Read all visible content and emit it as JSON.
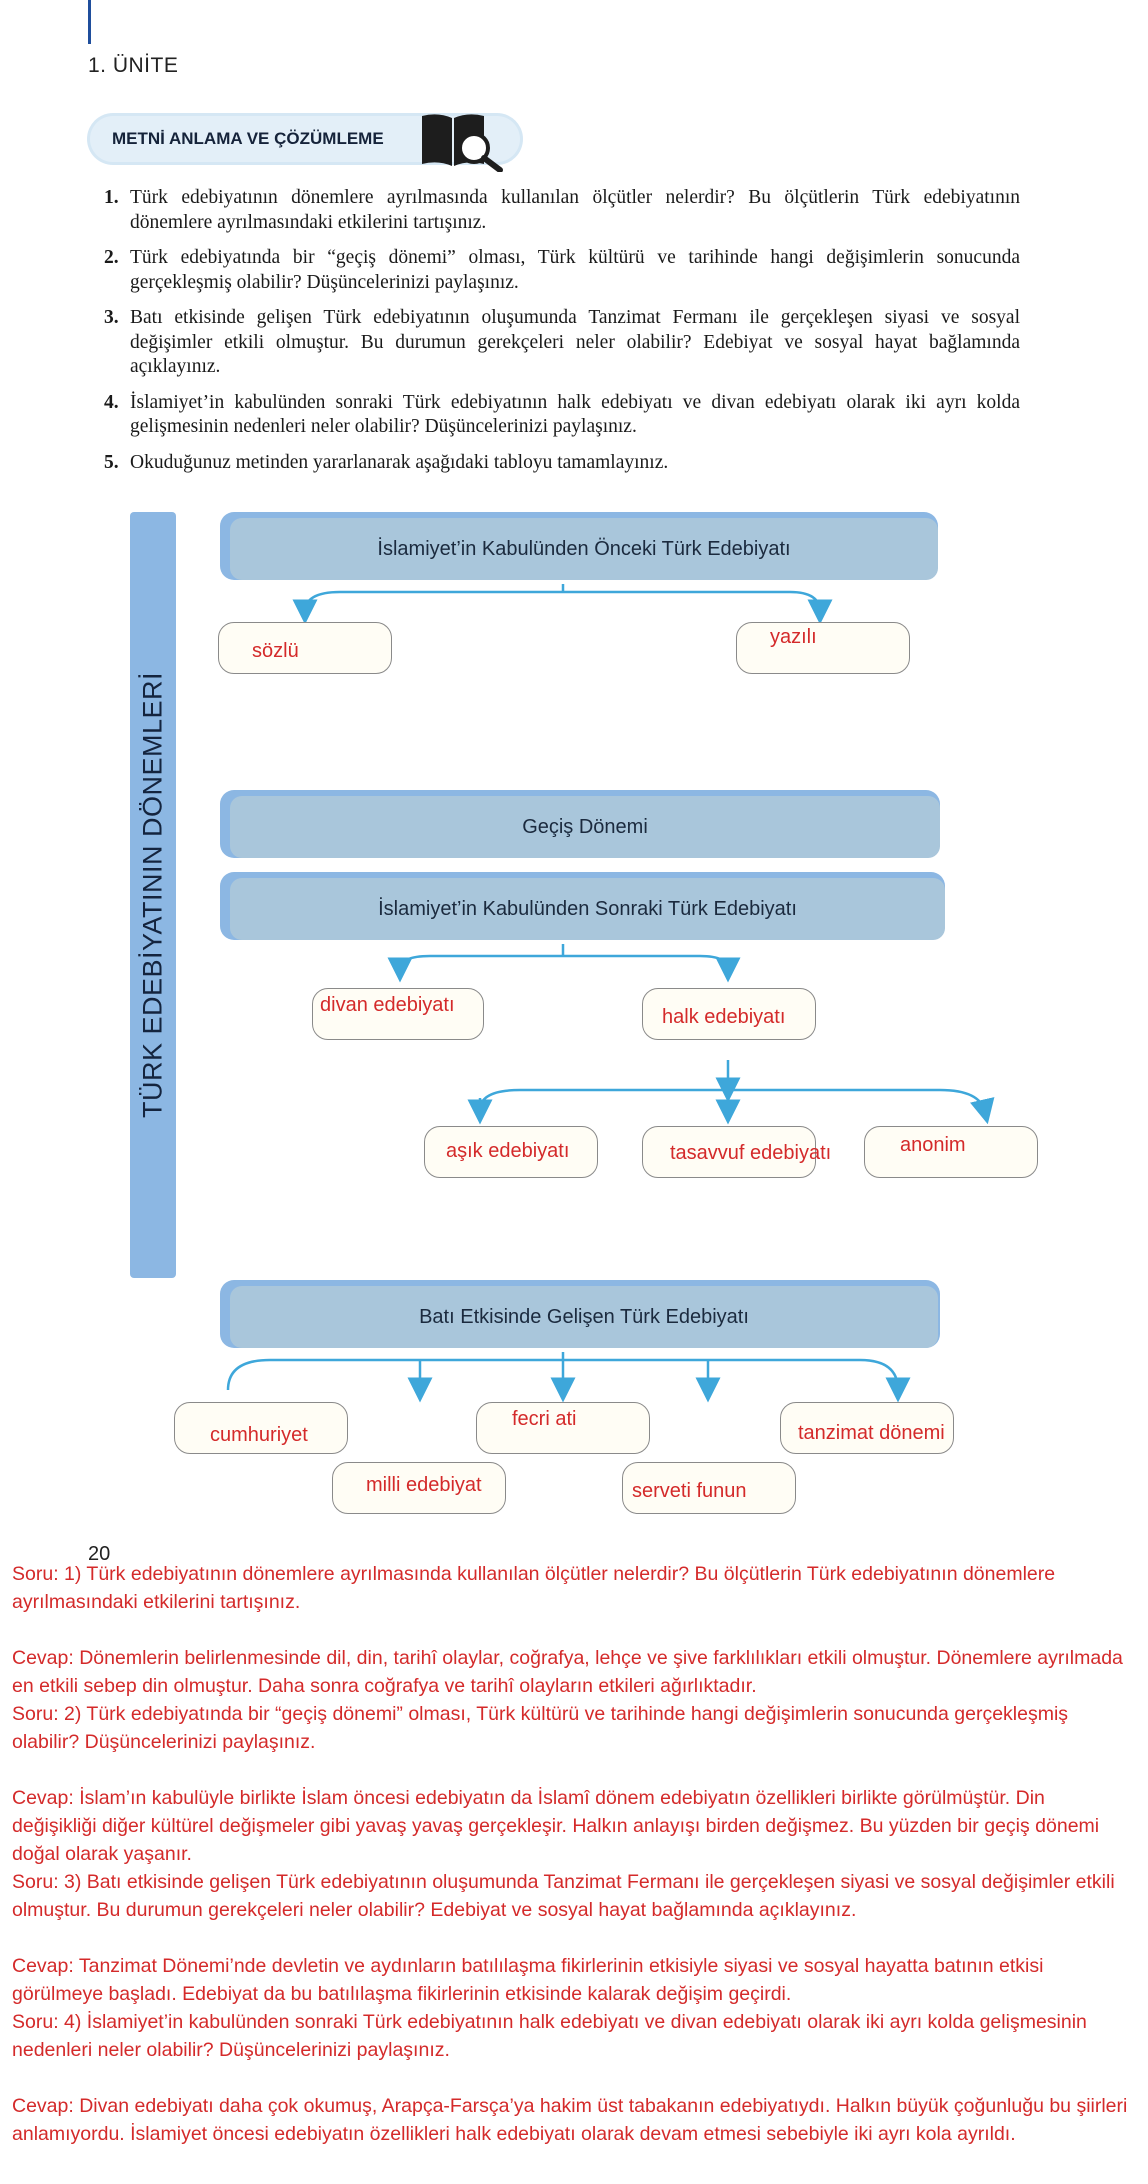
{
  "header": {
    "unit": "1. ÜNİTE",
    "section_title": "METNİ ANLAMA VE ÇÖZÜMLEME"
  },
  "questions": [
    {
      "num": "1.",
      "text": "Türk edebiyatının dönemlere ayrılmasında kullanılan ölçütler nelerdir? Bu ölçütlerin Türk edebiyatının dönemlere ayrılmasındaki etkilerini tartışınız."
    },
    {
      "num": "2.",
      "text": "Türk edebiyatında bir “geçiş dönemi” olması, Türk kültürü ve tarihinde hangi değişimlerin sonucunda gerçekleşmiş olabilir? Düşüncelerinizi paylaşınız."
    },
    {
      "num": "3.",
      "text": "Batı etkisinde gelişen Türk edebiyatının oluşumunda Tanzimat Fermanı ile gerçekleşen siyasi ve sosyal değişimler etkili olmuştur. Bu durumun gerekçeleri neler olabilir? Edebiyat ve sosyal hayat bağlamında açıklayınız."
    },
    {
      "num": "4.",
      "text": "İslamiyet’in kabulünden sonraki Türk edebiyatının halk edebiyatı ve divan edebiyatı olarak iki ayrı kolda gelişmesinin nedenleri neler olabilir? Düşüncelerinizi paylaşınız."
    },
    {
      "num": "5.",
      "text": "Okuduğunuz metinden yararlanarak aşağıdaki tabloyu tamamlayınız."
    }
  ],
  "diagram": {
    "vertical_title": "TÜRK EDEBİYATININ DÖNEMLERİ",
    "band_pre_islam": "İslamiyet’in Kabulünden Önceki Türk Edebiyatı",
    "band_transition": "Geçiş Dönemi",
    "band_post_islam": "İslamiyet’in Kabulünden Sonraki Türk Edebiyatı",
    "band_west": "Batı Etkisinde Gelişen Türk Edebiyatı",
    "answers": {
      "sozlu": "sözlü",
      "yazili": "yazılı",
      "divan": "divan edebiyatı",
      "halk": "halk edebiyatı",
      "asik": "aşık edebiyatı",
      "tasavvuf": "tasavvuf edebiyatı",
      "anonim": "anonim",
      "cumhuriyet": "cumhuriyet",
      "fecri_ati": "fecri ati",
      "tanzimat": "tanzimat dönemi",
      "milli": "milli edebiyat",
      "servet": "serveti funun"
    }
  },
  "page_number": "20",
  "qa": [
    {
      "q": "Soru: 1) Türk edebiyatının dönemlere ayrılmasında kullanılan ölçütler nelerdir? Bu ölçütlerin Türk edebiyatının dönemlere ayrılmasındaki etkilerini tartışınız.",
      "a": "Cevap: Dönemlerin belirlenmesinde dil, din, tarihî olaylar, coğrafya, lehçe ve şive farklılıkları etkili olmuştur. Dönemlere ayrılmada en etkili sebep din olmuştur. Daha sonra coğrafya ve tarihî olayların etkileri ağırlıktadır."
    },
    {
      "q": "Soru: 2) Türk edebiyatında bir “geçiş dönemi” olması, Türk kültürü ve tarihinde hangi değişimlerin sonucunda gerçekleşmiş olabilir? Düşüncelerinizi paylaşınız.",
      "a": "Cevap: İslam’ın kabulüyle birlikte İslam öncesi edebiyatın da İslamî dönem edebiyatın özellikleri birlikte görülmüştür. Din değişikliği diğer kültürel değişmeler gibi yavaş yavaş gerçekleşir. Halkın anlayışı birden değişmez. Bu yüzden bir geçiş dönemi doğal olarak yaşanır."
    },
    {
      "q": "Soru: 3) Batı etkisinde gelişen Türk edebiyatının oluşumunda Tanzimat Fermanı ile gerçekleşen siyasi ve sosyal değişimler etkili olmuştur. Bu durumun gerekçeleri neler olabilir? Edebiyat ve sosyal hayat bağlamında açıklayınız.",
      "a": "Cevap: Tanzimat Dönemi’nde devletin ve aydınların batılılaşma fikirlerinin etkisiyle siyasi ve sosyal hayatta batının etkisi görülmeye başladı. Edebiyat da bu batılılaşma fikirlerinin etkisinde kalarak değişim geçirdi."
    },
    {
      "q": "Soru: 4) İslamiyet’in kabulünden sonraki Türk edebiyatının halk edebiyatı ve divan edebiyatı olarak iki ayrı kolda gelişmesinin nedenleri neler olabilir? Düşüncelerinizi paylaşınız.",
      "a": "Cevap: Divan edebiyatı daha çok okumuş, Arapça-Farsça’ya hakim üst tabakanın edebiyatıydı. Halkın büyük çoğunluğu bu şiirleri anlamıyordu. İslamiyet öncesi edebiyatın özellikleri halk edebiyatı olarak devam etmesi sebebiyle iki ayrı kola ayrıldı."
    }
  ]
}
